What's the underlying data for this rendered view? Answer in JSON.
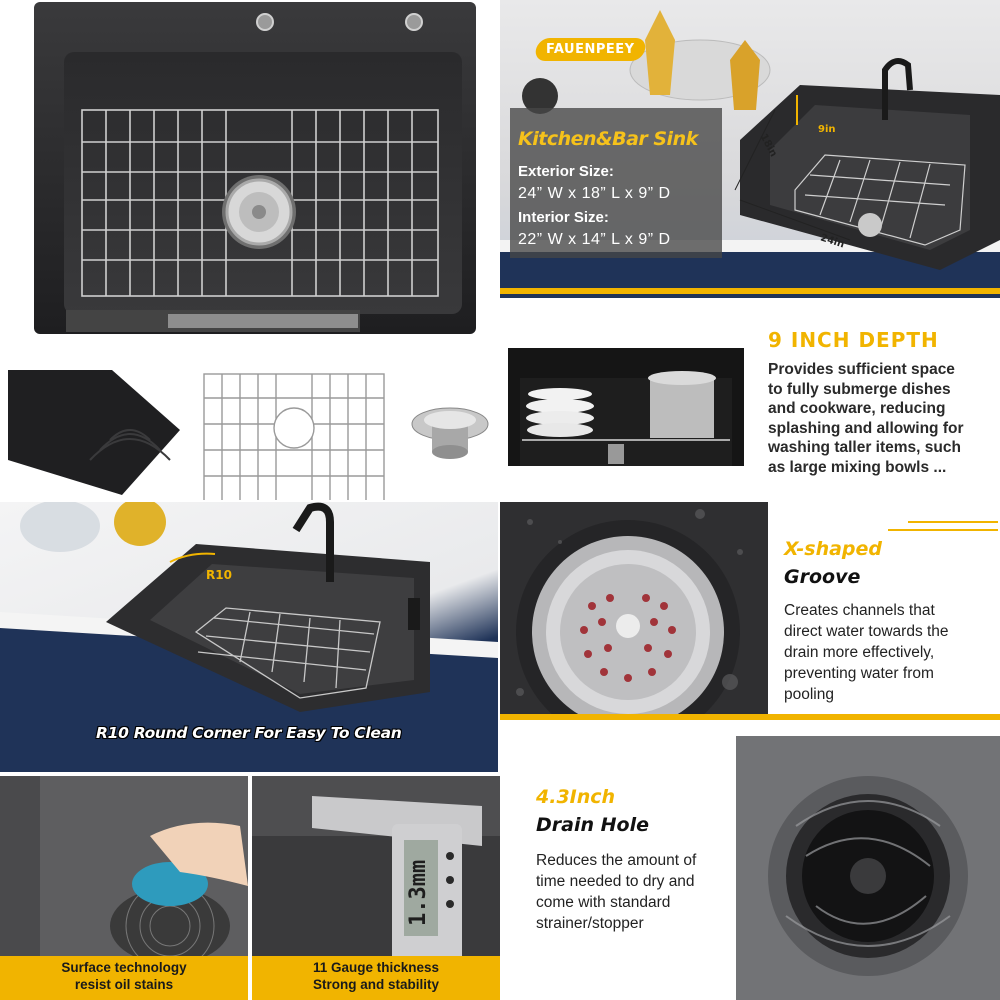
{
  "brand": {
    "logo_text": "FAUENPEEY"
  },
  "specs": {
    "title": "Kitchen&Bar Sink",
    "exterior_label": "Exterior Size:",
    "exterior_value": "24” W x 18” L x 9” D",
    "interior_label": "Interior Size:",
    "interior_value": "22” W x 14” L x 9” D",
    "dim_depth": "9in",
    "dim_length": "18in",
    "dim_width": "24in"
  },
  "depth": {
    "heading": "9 INCH DEPTH",
    "lines": [
      "Provides sufficient space",
      "to fully submerge dishes",
      "and cookware, reducing",
      "splashing and allowing for",
      "washing taller items, such",
      "as large mixing bowls ..."
    ]
  },
  "r10": {
    "badge": "R10",
    "caption": "R10 Round Corner For Easy To Clean"
  },
  "groove": {
    "heading_line1": "X-shaped",
    "heading_line2": "Groove",
    "lines": [
      "Creates channels that",
      "direct water towards the",
      "drain more effectively,",
      "preventing water from",
      "pooling"
    ]
  },
  "drain": {
    "heading_line1": "4.3Inch",
    "heading_line2": "Drain Hole",
    "lines": [
      "Reduces the amount of",
      "time needed to dry and",
      "come with standard",
      "strainer/stopper"
    ]
  },
  "surface": {
    "line1": "Surface technology",
    "line2": "resist oil stains"
  },
  "gauge": {
    "line1": "11 Gauge thickness",
    "line2": "Strong and stability",
    "readout": "1.3mm"
  },
  "colors": {
    "accent": "#f1b400",
    "sink": "#2b2b2d",
    "cabinet": "#1f3358"
  }
}
